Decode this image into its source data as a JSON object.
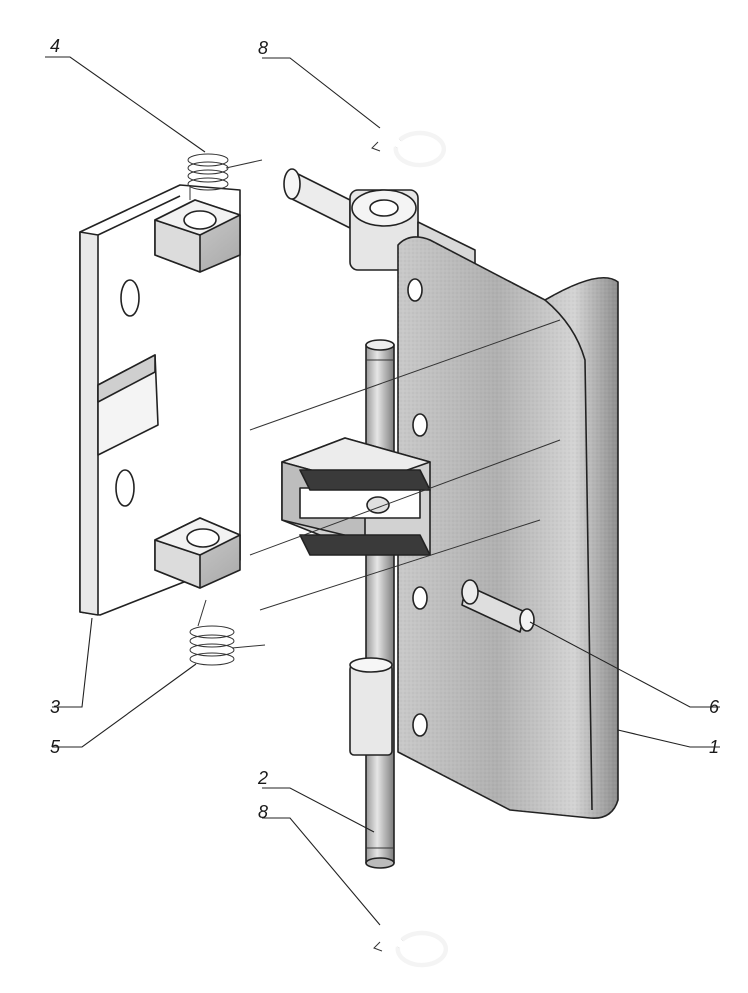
{
  "callouts": [
    {
      "id": "c4",
      "text": "4"
    },
    {
      "id": "c8top",
      "text": "8"
    },
    {
      "id": "c3",
      "text": "3"
    },
    {
      "id": "c5",
      "text": "5"
    },
    {
      "id": "c6",
      "text": "6"
    },
    {
      "id": "c1",
      "text": "1"
    },
    {
      "id": "c2",
      "text": "2"
    },
    {
      "id": "c8bot",
      "text": "8"
    }
  ],
  "parts": {
    "leaf_main": "hinge-leaf-1",
    "pin": "hinge-pin-2",
    "leaf_plate": "hinge-plate-3",
    "spring_top": "torsion-spring-4",
    "spring_bottom": "torsion-spring-5",
    "stud": "stud-6",
    "clip": "retaining-clip-8"
  }
}
